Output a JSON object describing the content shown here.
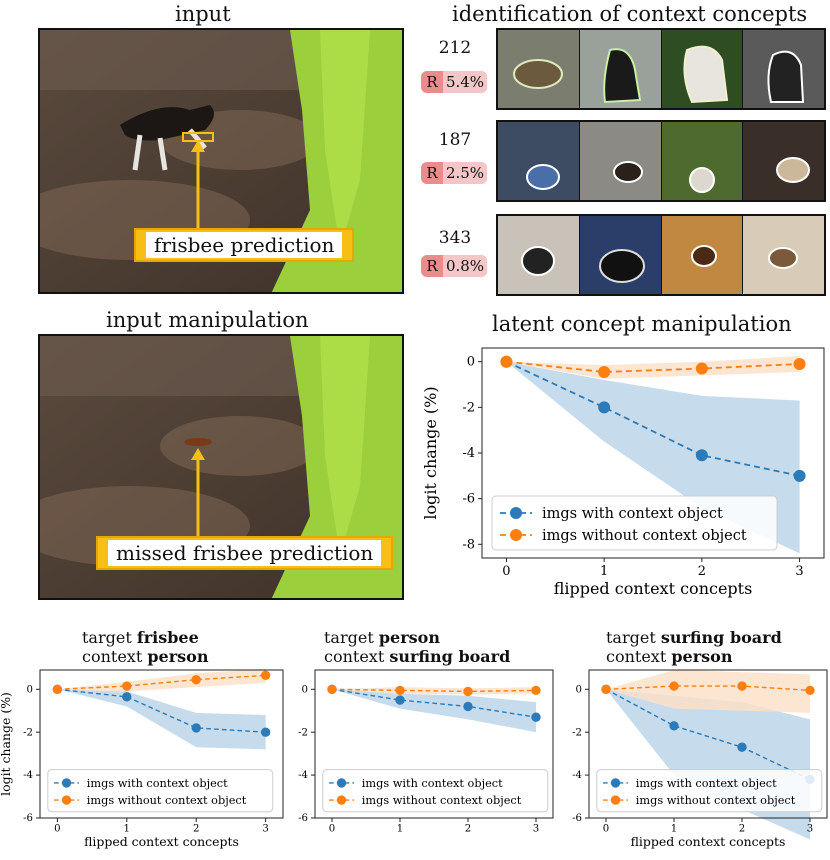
{
  "titles": {
    "input": "input",
    "identification": "identification of context concepts",
    "input_manipulation": "input manipulation",
    "latent": "latent concept manipulation"
  },
  "annotations": {
    "frisbee": "frisbee prediction",
    "missed": "missed frisbee prediction"
  },
  "concepts": [
    {
      "id": "212",
      "r_label": "R",
      "relevance": "5.4%"
    },
    {
      "id": "187",
      "r_label": "R",
      "relevance": "2.5%"
    },
    {
      "id": "343",
      "r_label": "R",
      "relevance": "0.8%"
    }
  ],
  "small_titles": [
    {
      "l1_pre": "target ",
      "l1_bold": "frisbee",
      "l2_pre": "context ",
      "l2_bold": "person"
    },
    {
      "l1_pre": "target ",
      "l1_bold": "person",
      "l2_pre": "context ",
      "l2_bold": "surfing board"
    },
    {
      "l1_pre": "target ",
      "l1_bold": "surfing board",
      "l2_pre": "context ",
      "l2_bold": "person"
    }
  ],
  "colors": {
    "blue": "#2b7bba",
    "orange": "#ff7f0e",
    "blue_band": "#bcd6ea",
    "orange_band": "#fde0c5"
  },
  "chart_data": [
    {
      "type": "line",
      "x": [
        0,
        1,
        2,
        3
      ],
      "xlabel": "flipped context concepts",
      "ylabel": "logit change (%)",
      "xticks": [
        "0",
        "1",
        "2",
        "3"
      ],
      "yticks": [
        "0",
        "-2",
        "-4",
        "-6",
        "-8"
      ],
      "ylim": [
        -8.6,
        0.6
      ],
      "legend_position": "lower-left",
      "series": [
        {
          "name": "imgs with context object",
          "values": [
            0,
            -2.0,
            -4.1,
            -5.0
          ],
          "lower": [
            0,
            -3.5,
            -6.4,
            -8.4
          ],
          "upper": [
            0,
            -0.8,
            -1.5,
            -1.7
          ]
        },
        {
          "name": "imgs without context object",
          "values": [
            0,
            -0.45,
            -0.3,
            -0.1
          ],
          "lower": [
            0,
            -0.75,
            -0.6,
            -0.45
          ],
          "upper": [
            0,
            -0.15,
            0.0,
            0.25
          ]
        }
      ]
    },
    {
      "type": "line",
      "x": [
        0,
        1,
        2,
        3
      ],
      "xlabel": "flipped context concepts",
      "ylabel": "logit change (%)",
      "xticks": [
        "0",
        "1",
        "2",
        "3"
      ],
      "yticks": [
        "0",
        "-2",
        "-4",
        "-6"
      ],
      "ylim": [
        -6.0,
        0.9
      ],
      "legend_position": "lower-left",
      "series": [
        {
          "name": "imgs with context object",
          "values": [
            0,
            -0.35,
            -1.8,
            -2.0
          ],
          "lower": [
            0,
            -0.8,
            -2.7,
            -2.8
          ],
          "upper": [
            0,
            -0.1,
            -1.1,
            -1.2
          ]
        },
        {
          "name": "imgs without context object",
          "values": [
            0,
            0.15,
            0.45,
            0.65
          ],
          "lower": [
            0,
            -0.1,
            0.1,
            0.3
          ],
          "upper": [
            0,
            0.35,
            0.75,
            0.95
          ]
        }
      ]
    },
    {
      "type": "line",
      "x": [
        0,
        1,
        2,
        3
      ],
      "xlabel": "",
      "ylabel": "",
      "xticks": [
        "0",
        "1",
        "2",
        "3"
      ],
      "yticks": [
        "0",
        "-2",
        "-4",
        "-6"
      ],
      "ylim": [
        -6.0,
        0.9
      ],
      "legend_position": "lower-left",
      "series": [
        {
          "name": "imgs with context object",
          "values": [
            0,
            -0.5,
            -0.8,
            -1.3
          ],
          "lower": [
            0,
            -0.9,
            -1.4,
            -2.0
          ],
          "upper": [
            0,
            -0.2,
            -0.3,
            -0.6
          ]
        },
        {
          "name": "imgs without context object",
          "values": [
            0,
            -0.05,
            -0.1,
            -0.05
          ],
          "lower": [
            0,
            -0.2,
            -0.25,
            -0.2
          ],
          "upper": [
            0,
            0.1,
            0.05,
            0.1
          ]
        }
      ]
    },
    {
      "type": "line",
      "x": [
        0,
        1,
        2,
        3
      ],
      "xlabel": "flipped context concepts",
      "ylabel": "",
      "xticks": [
        "0",
        "1",
        "2",
        "3"
      ],
      "yticks": [
        "0",
        "-2",
        "-4",
        "-6"
      ],
      "ylim": [
        -6.0,
        0.9
      ],
      "legend_position": "lower-left",
      "series": [
        {
          "name": "imgs with context object",
          "values": [
            0,
            -1.7,
            -2.7,
            -4.2
          ],
          "lower": [
            0,
            -4.0,
            -5.6,
            -7.0
          ],
          "upper": [
            0,
            -0.3,
            -0.6,
            -1.4
          ]
        },
        {
          "name": "imgs without context object",
          "values": [
            0,
            0.15,
            0.15,
            -0.05
          ],
          "lower": [
            0,
            -0.9,
            -1.0,
            -1.1
          ],
          "upper": [
            0,
            0.9,
            0.8,
            0.7
          ]
        }
      ]
    }
  ]
}
